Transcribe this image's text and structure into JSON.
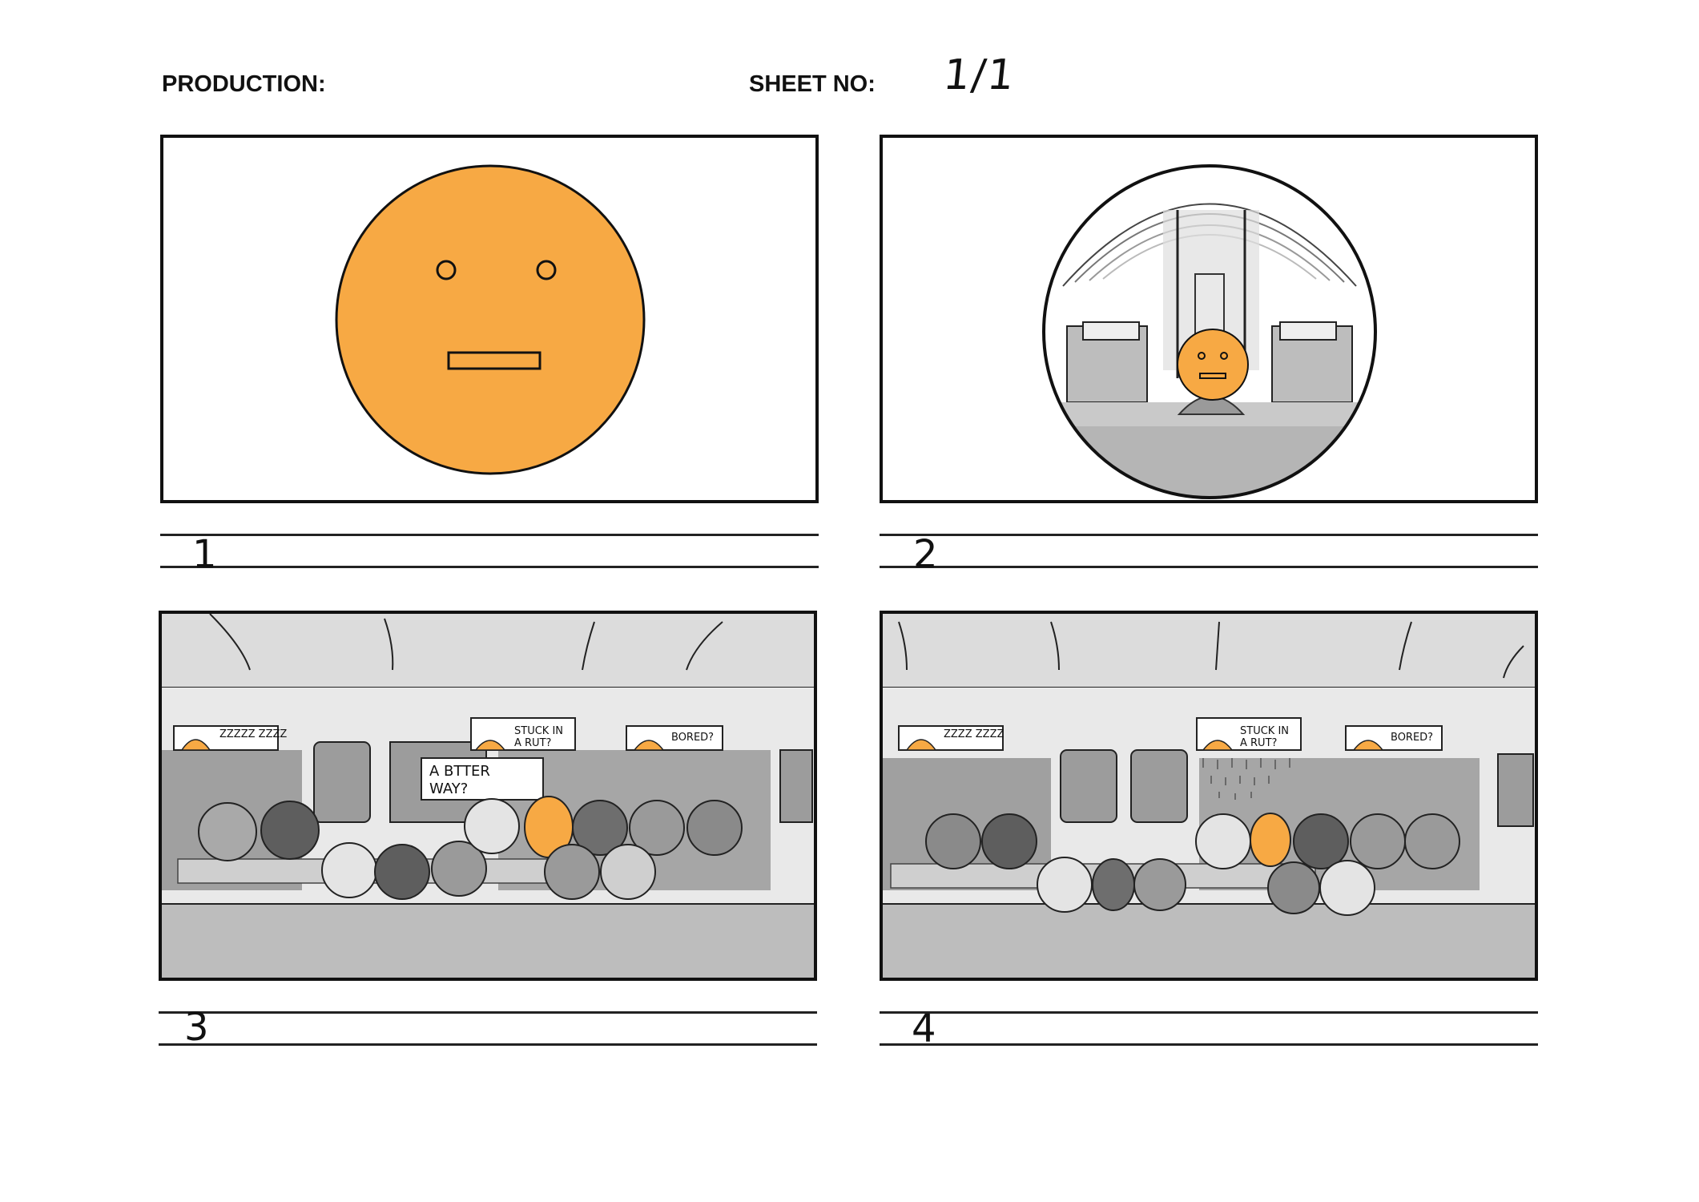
{
  "header": {
    "production_label": "PRODUCTION:",
    "sheet_label": "SHEET NO:",
    "sheet_value": "1/1"
  },
  "panels": [
    {
      "number": "1"
    },
    {
      "number": "2"
    },
    {
      "number": "3",
      "signs": {
        "sleep": "ZZZZZ ZZZZ",
        "stuck_line1": "STUCK IN",
        "stuck_line2": "A RUT?",
        "bored": "BORED?",
        "better_line1": "A BTTER",
        "better_line2": "WAY?"
      }
    },
    {
      "number": "4",
      "signs": {
        "sleep": "ZZZZ ZZZZ",
        "stuck_line1": "STUCK IN",
        "stuck_line2": "A RUT?",
        "bored": "BORED?"
      }
    }
  ],
  "colors": {
    "orange": "#f7a944",
    "ink": "#111111",
    "grey_light": "#cfcfcf",
    "grey_mid": "#9a9a9a",
    "grey_dark": "#5e5e5e"
  }
}
